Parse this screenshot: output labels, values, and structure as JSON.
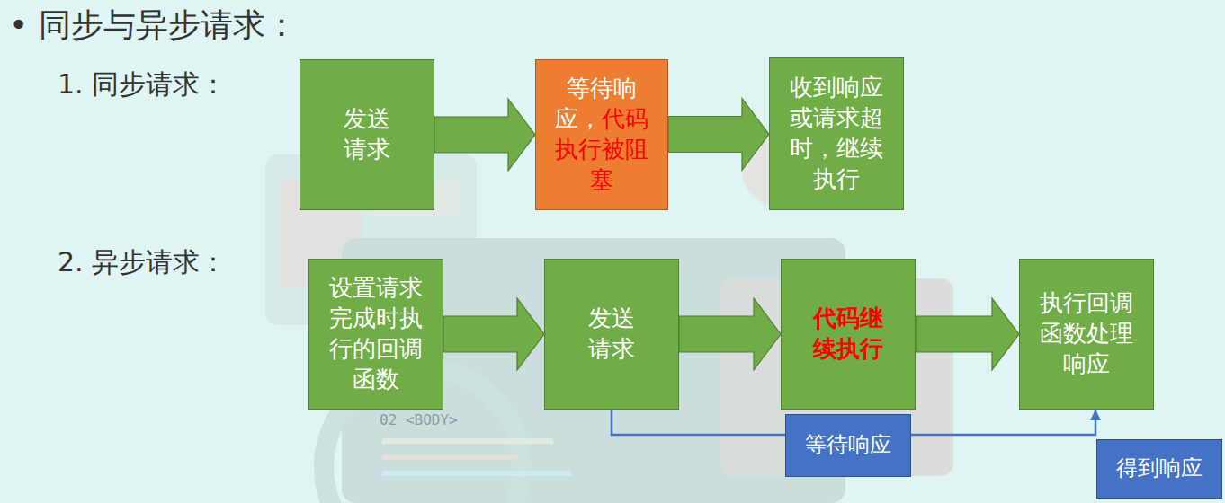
{
  "diagram": {
    "title": "• 同步与异步请求：",
    "nodes": [
      {
        "text": [
          "发送请求"
        ]
      },
      {
        "text": [
          "等待响应，",
          "代码执行被阻塞"
        ]
      },
      {
        "text": [
          "收到响应或请求超时，继续执行"
        ]
      },
      {
        "text": [
          "设置请求完成时执行的回调函数"
        ]
      },
      {
        "text": [
          "发送请求"
        ]
      },
      {
        "text": [
          "代码继续执行"
        ]
      },
      {
        "text": [
          "执行回调函数处理响应"
        ]
      },
      {
        "text": [
          "等待响应"
        ]
      },
      {
        "text": [
          "得到响应"
        ]
      }
    ],
    "edges": [
      {
        "from": 0,
        "to": 1,
        "arrow": "to"
      },
      {
        "from": 1,
        "to": 2,
        "arrow": "to"
      },
      {
        "from": 3,
        "to": 4,
        "arrow": "to"
      },
      {
        "from": 4,
        "to": 5,
        "arrow": "to"
      },
      {
        "from": 5,
        "to": 6,
        "arrow": "to"
      },
      {
        "from": 4,
        "to": 6,
        "arrow": "to"
      }
    ],
    "labels": [
      "1. 同步请求：",
      "2. 异步请求：",
      "02 <BODY>"
    ]
  }
}
